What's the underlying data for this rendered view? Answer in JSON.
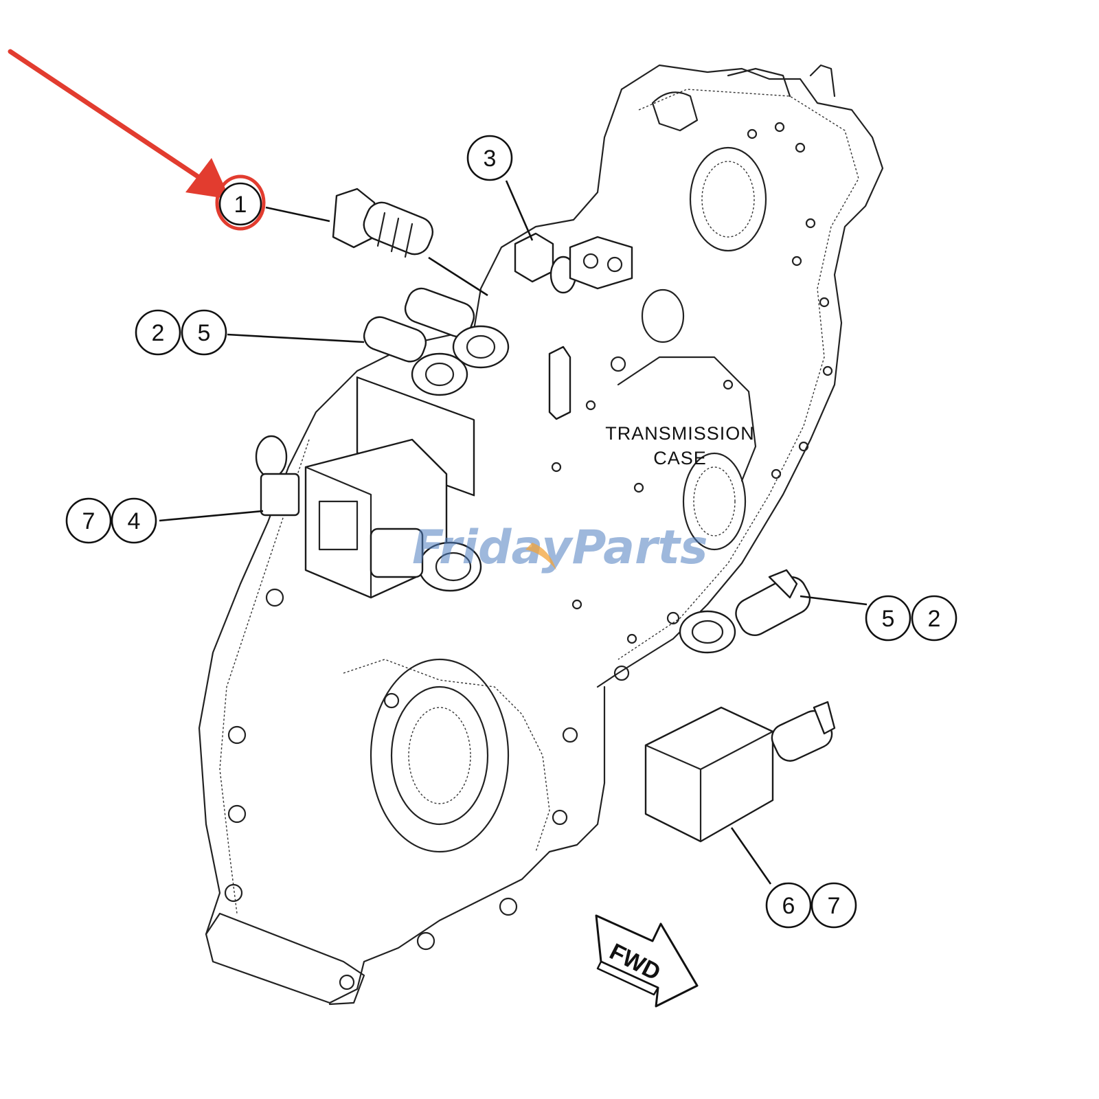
{
  "callouts": {
    "c1": "1",
    "c3": "3",
    "c25": [
      "2",
      "5"
    ],
    "c74": [
      "7",
      "4"
    ],
    "c52": [
      "5",
      "2"
    ],
    "c67": [
      "6",
      "7"
    ]
  },
  "case_label": [
    "TRANSMISSION",
    "CASE"
  ],
  "direction_label": "FWD",
  "watermark": "FridayParts",
  "colors": {
    "highlight": "#e23c2f",
    "watermark_blue": "#4f7fc0",
    "watermark_orange": "#f2a33a",
    "line": "#1a1a1a"
  }
}
